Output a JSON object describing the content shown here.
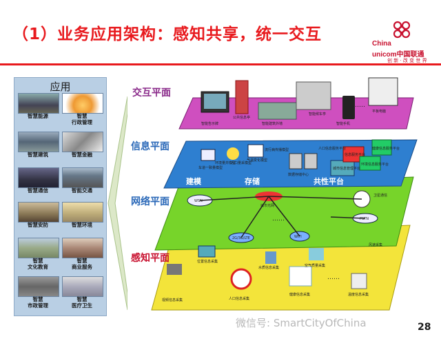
{
  "title": "（1）业务应用架构：感知共享，统一交互",
  "logo": {
    "brand_line1": "China",
    "brand_line2": "unicom中国联通",
    "slogan": "创 新 · 改 变 世 界"
  },
  "left_panel": {
    "title": "应用",
    "items": [
      {
        "label": "智慧能源"
      },
      {
        "label": "智慧\n行政管理"
      },
      {
        "label": "智慧建筑"
      },
      {
        "label": "智慧金融"
      },
      {
        "label": "智慧通信"
      },
      {
        "label": "智能交通"
      },
      {
        "label": "智慧安防"
      },
      {
        "label": "智慧环境"
      },
      {
        "label": "智慧\n文化教育"
      },
      {
        "label": "智慧\n商业服务"
      },
      {
        "label": "智慧\n市政管理"
      },
      {
        "label": "智慧\n医疗卫生"
      }
    ]
  },
  "layers": {
    "interaction": {
      "label": "交互平面",
      "color": "#8a2a8a",
      "items": [
        "智能告示牌",
        "公共信息亭",
        "智能建筑外墙",
        "智能候车亭",
        "智能手机",
        "平板电脑"
      ],
      "ellipsis": "……"
    },
    "information": {
      "label": "信息平面",
      "color": "#2a68b8",
      "bottom_labels": [
        "建模",
        "存储",
        "共性平台"
      ],
      "items": [
        "车道一致量模型",
        "环境量并模型",
        "人口量采模型",
        "气温变化模型",
        "流行病传播模型",
        "数据存储中心",
        "城市信息管理平台",
        "信息服务平台",
        "人口信息服务平台",
        "健康信息服务平台",
        "环境信息服务平台"
      ]
    },
    "network": {
      "label": "网络平面",
      "color": "#2a68b8",
      "items": [
        "WSN",
        "城市光网",
        "2G/3G/LTE",
        "WIFI",
        "卫星通信",
        "PSTN"
      ],
      "ellipsis": "……"
    },
    "sensing": {
      "label": "感知平面",
      "color": "#c8102e",
      "items": [
        "位置信息采集",
        "水质信息采集",
        "空气质量采集",
        "风速采集",
        "视频信息采集",
        "人口信息采集",
        "健康信息采集",
        "温度信息采集"
      ],
      "ellipsis": "……"
    }
  },
  "colors": {
    "title_red": "#e8191d",
    "interaction_plane": "#cf4fbf",
    "information_plane": "#2e7fd0",
    "network_plane": "#77d42a",
    "sensing_plane": "#f3e43a"
  },
  "footer": {
    "wechat": "微信号: SmartCityOfChina",
    "page": "28"
  }
}
